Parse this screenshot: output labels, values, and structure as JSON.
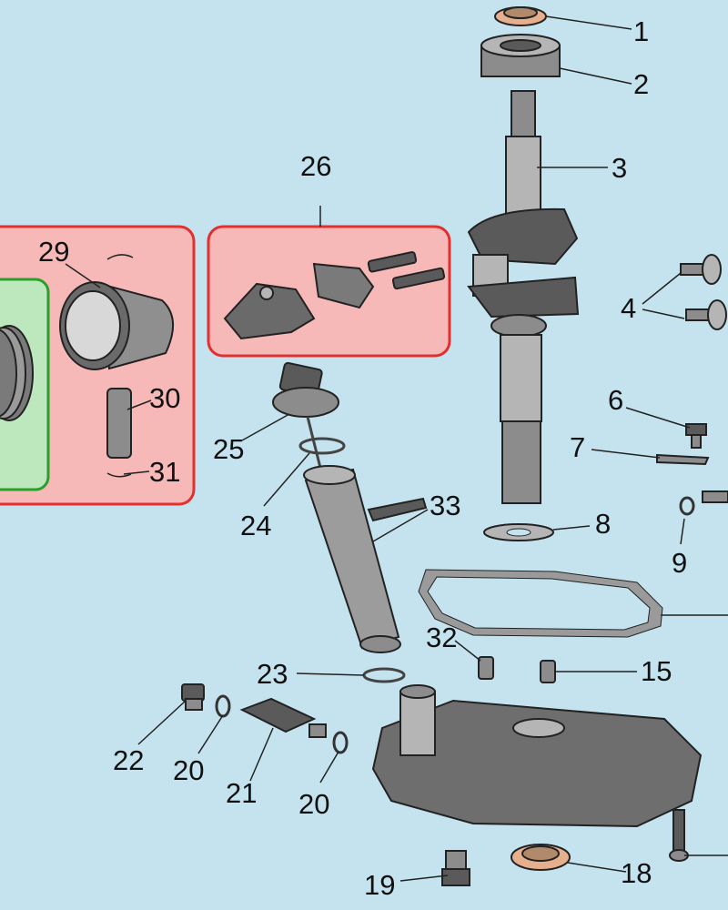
{
  "diagram": {
    "background_color": "#c4e3ee",
    "group_red_color": "#f7b8b8",
    "group_green_color": "#bde8bd",
    "labels": {
      "p1": "1",
      "p2": "2",
      "p3": "3",
      "p4": "4",
      "p6": "6",
      "p7": "7",
      "p8": "8",
      "p9": "9",
      "p15": "15",
      "p18": "18",
      "p19": "19",
      "p20a": "20",
      "p20b": "20",
      "p21": "21",
      "p22": "22",
      "p23": "23",
      "p24": "24",
      "p25": "25",
      "p26": "26",
      "p29": "29",
      "p30": "30",
      "p31": "31",
      "p32": "32",
      "p33": "33"
    }
  }
}
